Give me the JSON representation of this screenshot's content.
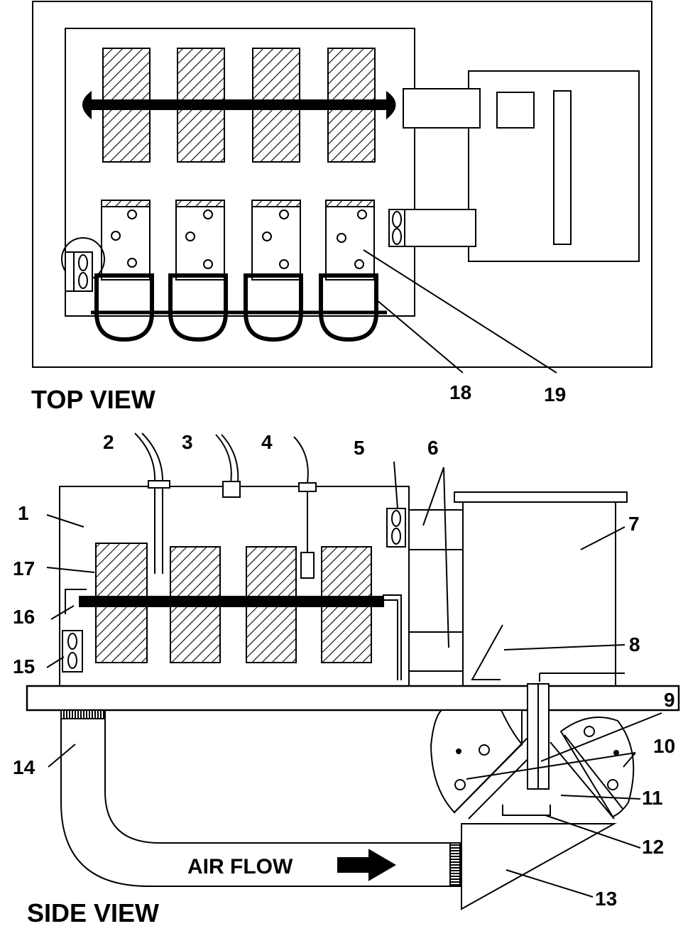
{
  "views": {
    "top": {
      "title": "TOP VIEW"
    },
    "side": {
      "title": "SIDE VIEW"
    }
  },
  "air_flow_label": "AIR FLOW",
  "callouts": {
    "c1": "1",
    "c2": "2",
    "c3": "3",
    "c4": "4",
    "c5": "5",
    "c6": "6",
    "c7": "7",
    "c8": "8",
    "c9": "9",
    "c10": "10",
    "c11": "11",
    "c12": "12",
    "c13": "13",
    "c14": "14",
    "c15": "15",
    "c16": "16",
    "c17": "17",
    "c18": "18",
    "c19": "19"
  }
}
